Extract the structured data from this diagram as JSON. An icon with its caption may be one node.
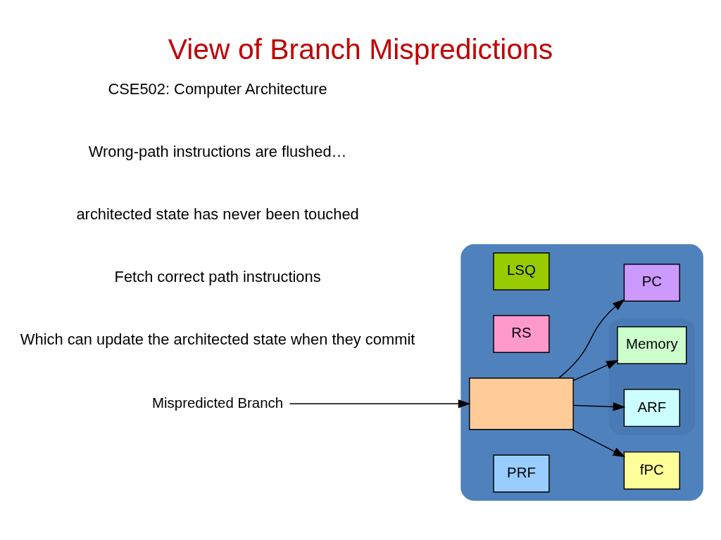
{
  "diagram": {
    "title": "View of Branch Mispredictions",
    "nodes": [
      {
        "text": [],
        "shape": "ellipse"
      },
      {
        "text": [
          "LSQ"
        ],
        "in": 0
      },
      {
        "text": [
          "RS"
        ],
        "in": 0
      },
      {
        "text": [],
        "shape": "box",
        "in": 0
      },
      {
        "text": [
          "fPC"
        ],
        "in": 0
      },
      {
        "text": [
          "PRF"
        ],
        "in": 0
      },
      {
        "text": [],
        "shape": "ellipse",
        "in": 0
      },
      {
        "text": [
          "Memory"
        ],
        "in": 6
      },
      {
        "text": [
          "PC"
        ],
        "in": 0
      },
      {
        "text": [
          "ARF"
        ],
        "in": 6
      },
      {
        "text": [
          "Mispredicted Branch"
        ]
      }
    ],
    "edges": [
      {
        "from": 3,
        "to": 7,
        "arrow": "to"
      },
      {
        "from": 3,
        "to": 8,
        "arrow": "to"
      },
      {
        "from": 3,
        "to": 9,
        "arrow": "to"
      },
      {
        "from": 3,
        "to": 4,
        "arrow": "to"
      },
      {
        "from": 10,
        "to": 3,
        "arrow": "to"
      }
    ],
    "labels": [
      "CSE502: Computer Architecture",
      "Wrong-path instructions are flushed…",
      "architected state has never been touched",
      "Fetch correct path instructions",
      "Which can update the architected state when they commit"
    ]
  }
}
